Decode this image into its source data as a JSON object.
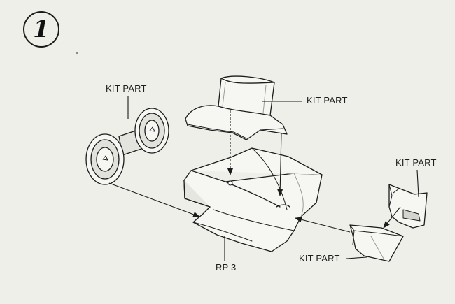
{
  "step_number": "1",
  "labels": {
    "wheel_part": "KIT PART",
    "top_part": "KIT PART",
    "right_upper_part": "KIT PART",
    "right_lower_part": "KIT PART",
    "body_part": "RP 3"
  },
  "colors": {
    "line": "#1c1c1c",
    "paper": "#efefea",
    "part_fill": "#f6f6f2",
    "shade": "#d4d4ce"
  }
}
